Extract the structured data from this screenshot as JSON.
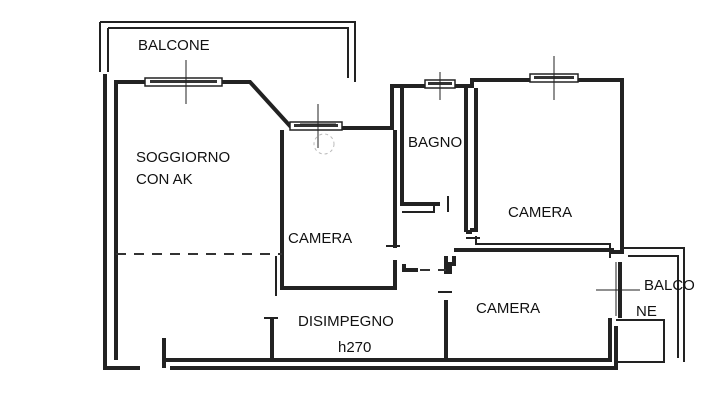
{
  "rooms": {
    "balcone_top": "BALCONE",
    "soggiorno_line1": "SOGGIORNO",
    "soggiorno_line2": "CON AK",
    "bagno": "BAGNO",
    "camera_center": "CAMERA",
    "camera_right": "CAMERA",
    "camera_bottom": "CAMERA",
    "balcone_right_line1": "BALCO",
    "balcone_right_line2": "NE",
    "disimpegno": "DISIMPEGNO",
    "height": "h270"
  }
}
